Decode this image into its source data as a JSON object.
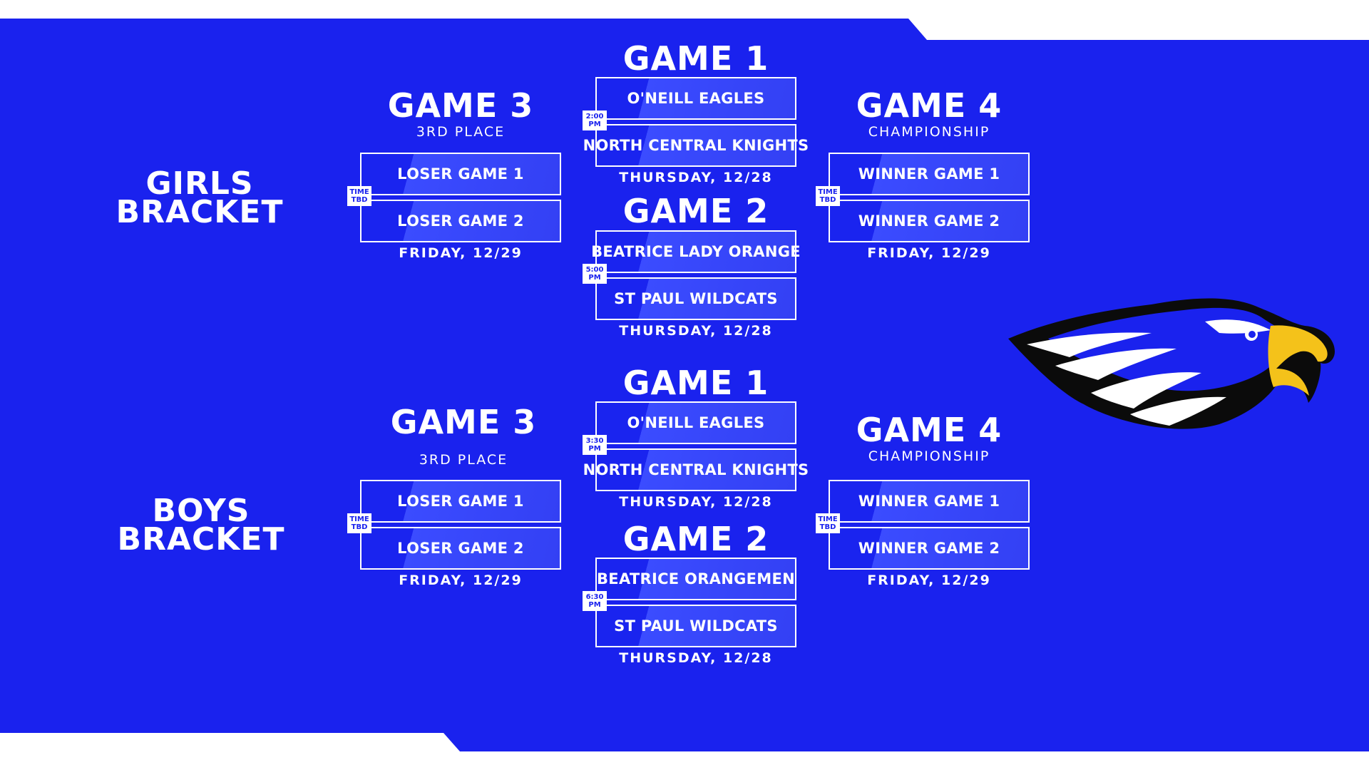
{
  "colors": {
    "primary_blue": "#1a22ee",
    "panel_blue": "#3b4cff",
    "white": "#ffffff",
    "beak_yellow": "#f4c21a"
  },
  "logo": {
    "icon": "eagle-head-logo-icon"
  },
  "girls": {
    "label_line1": "GIRLS",
    "label_line2": "BRACKET",
    "game1": {
      "title": "GAME 1",
      "team_top": "O'NEILL EAGLES",
      "team_bottom": "NORTH CENTRAL KNIGHTS",
      "time_line1": "2:00",
      "time_line2": "PM",
      "date": "THURSDAY, 12/28"
    },
    "game2": {
      "title": "GAME 2",
      "team_top": "BEATRICE LADY ORANGE",
      "team_bottom": "ST PAUL WILDCATS",
      "time_line1": "5:00",
      "time_line2": "PM",
      "date": "THURSDAY, 12/28"
    },
    "game3": {
      "title": "GAME 3",
      "subtitle": "3RD PLACE",
      "team_top": "LOSER GAME 1",
      "team_bottom": "LOSER GAME 2",
      "time_line1": "TIME",
      "time_line2": "TBD",
      "date": "FRIDAY, 12/29"
    },
    "game4": {
      "title": "GAME 4",
      "subtitle": "CHAMPIONSHIP",
      "team_top": "WINNER GAME 1",
      "team_bottom": "WINNER GAME 2",
      "time_line1": "TIME",
      "time_line2": "TBD",
      "date": "FRIDAY, 12/29"
    }
  },
  "boys": {
    "label_line1": "BOYS",
    "label_line2": "BRACKET",
    "game1": {
      "title": "GAME 1",
      "team_top": "O'NEILL EAGLES",
      "team_bottom": "NORTH CENTRAL KNIGHTS",
      "time_line1": "3:30",
      "time_line2": "PM",
      "date": "THURSDAY, 12/28"
    },
    "game2": {
      "title": "GAME 2",
      "team_top": "BEATRICE ORANGEMEN",
      "team_bottom": "ST PAUL WILDCATS",
      "time_line1": "6:30",
      "time_line2": "PM",
      "date": "THURSDAY, 12/28"
    },
    "game3": {
      "title": "GAME 3",
      "subtitle": "3RD PLACE",
      "team_top": "LOSER GAME 1",
      "team_bottom": "LOSER GAME 2",
      "time_line1": "TIME",
      "time_line2": "TBD",
      "date": "FRIDAY, 12/29"
    },
    "game4": {
      "title": "GAME 4",
      "subtitle": "CHAMPIONSHIP",
      "team_top": "WINNER GAME 1",
      "team_bottom": "WINNER GAME 2",
      "time_line1": "TIME",
      "time_line2": "TBD",
      "date": "FRIDAY, 12/29"
    }
  }
}
